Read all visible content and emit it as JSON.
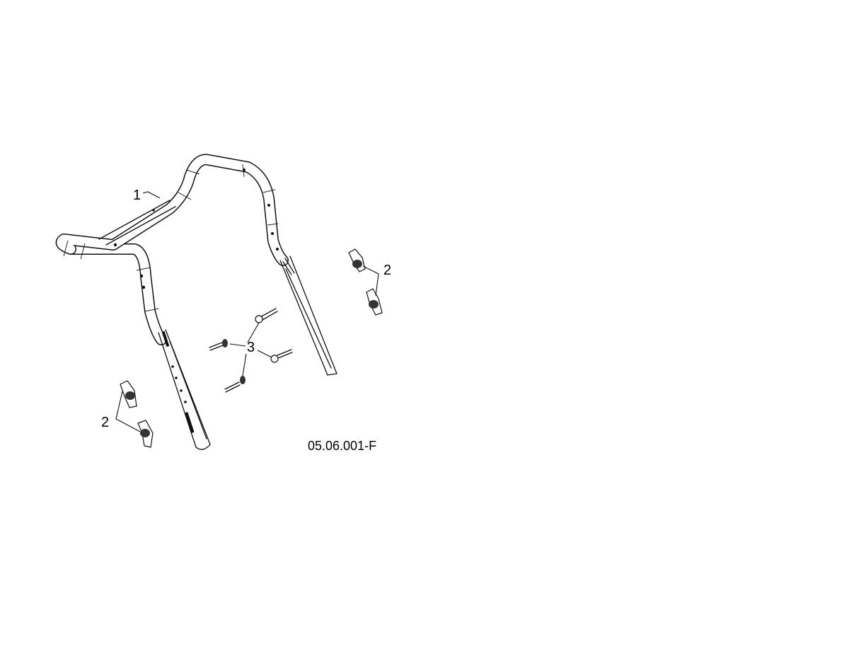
{
  "diagram": {
    "callouts": [
      {
        "id": "1",
        "label": "1",
        "part": "handle"
      },
      {
        "id": "2a",
        "label": "2",
        "part": "knob-pair-right"
      },
      {
        "id": "2b",
        "label": "2",
        "part": "knob-pair-left"
      },
      {
        "id": "3",
        "label": "3",
        "part": "bolts"
      }
    ],
    "drawing_number": "05.06.001-F"
  }
}
